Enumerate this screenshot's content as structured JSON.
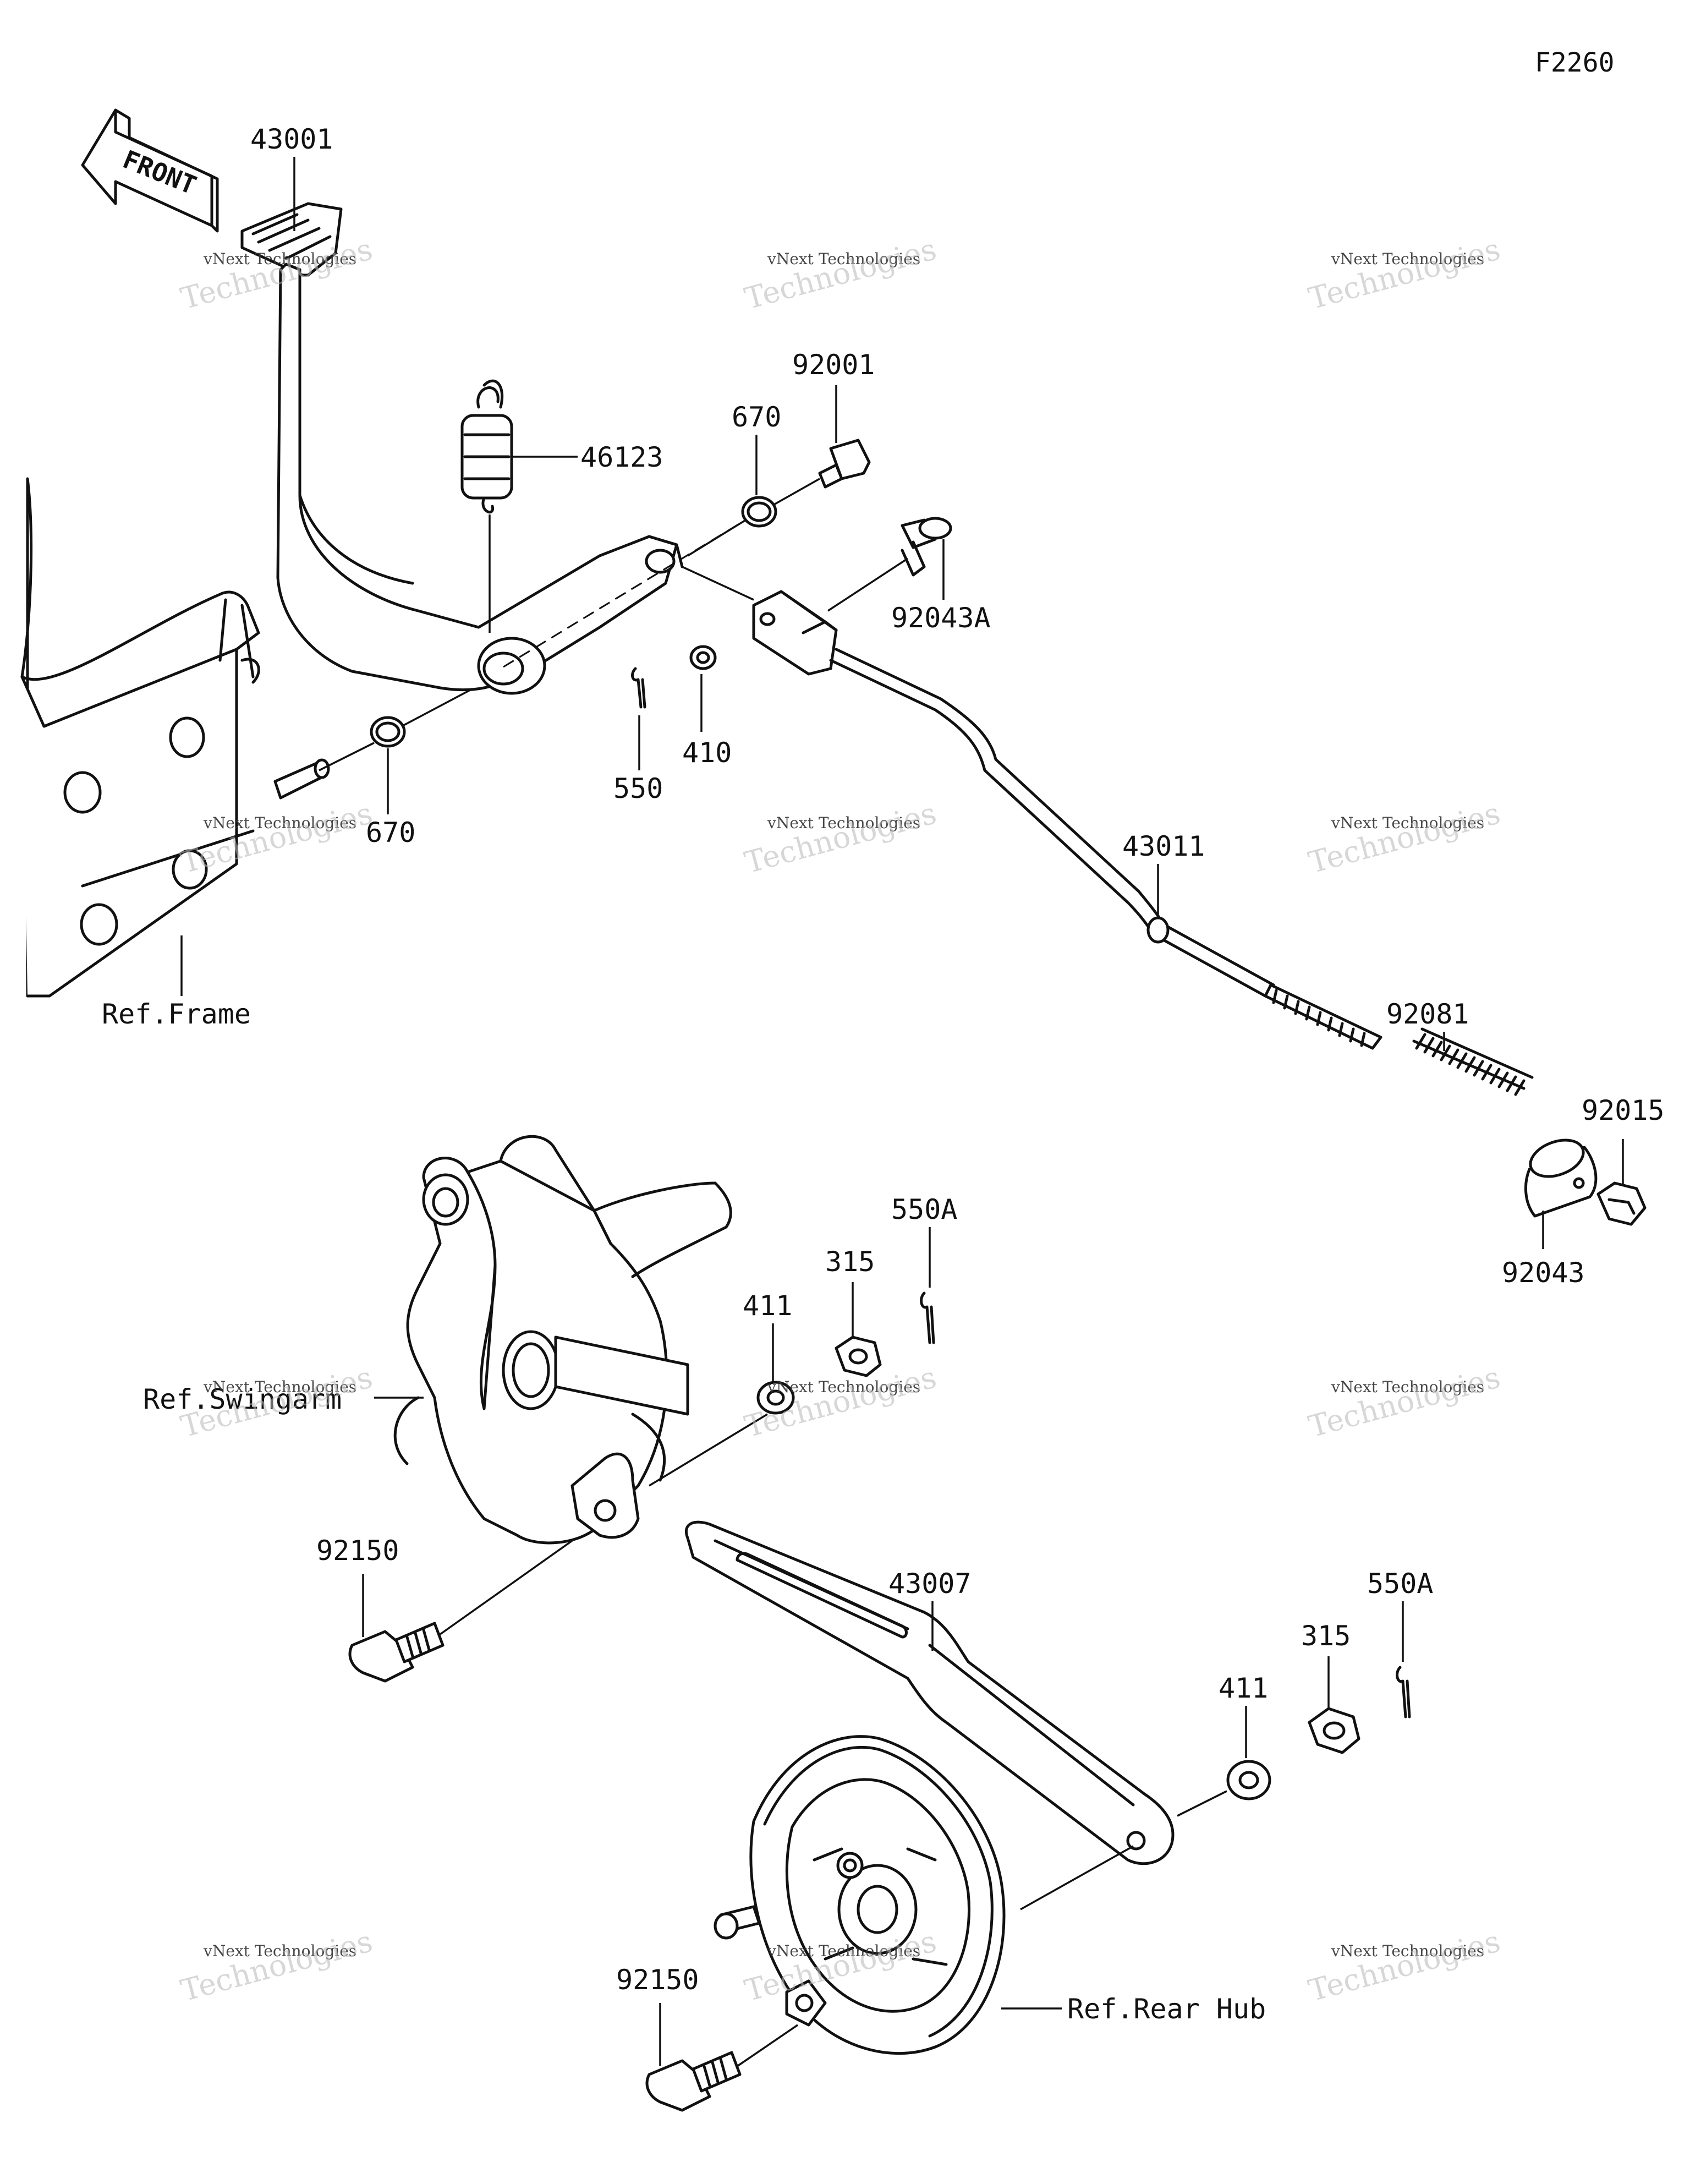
{
  "figure_code": "F2260",
  "front_label": "FRONT",
  "parts": {
    "p43001": "43001",
    "p46123": "46123",
    "p670_top": "670",
    "p92001": "92001",
    "p92043A": "92043A",
    "p410": "410",
    "p550": "550",
    "p670_bottom": "670",
    "p43011": "43011",
    "p92081": "92081",
    "p92015": "92015",
    "p92043": "92043",
    "p550A_top": "550A",
    "p315_top": "315",
    "p411_top": "411",
    "p92150_top": "92150",
    "p43007": "43007",
    "p550A_bottom": "550A",
    "p315_bottom": "315",
    "p411_bottom": "411",
    "p92150_bottom": "92150"
  },
  "refs": {
    "frame": "Ref.Frame",
    "swingarm": "Ref.Swingarm",
    "rear_hub": "Ref.Rear Hub"
  },
  "watermark": {
    "line1": "vNext Technologies",
    "line2": "vNext",
    "line3": "Technologies"
  }
}
